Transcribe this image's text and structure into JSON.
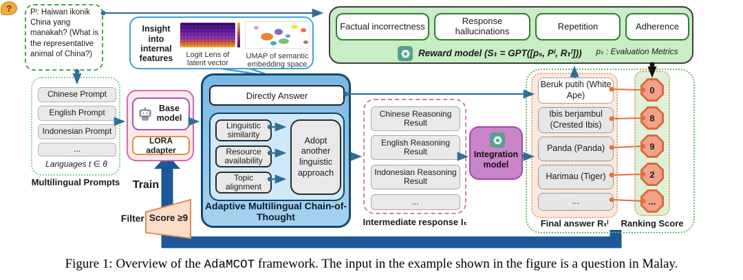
{
  "question_box": {
    "text": "Pˡ: Haiwan ikonik China yang manakah? (What is the representative animal of China?)"
  },
  "insight": {
    "title": "Insight into internal features",
    "heatmap_caption": "Logit Lens of latent vector",
    "umap_caption": "UMAP of semantic embedding space"
  },
  "prompts": {
    "items": [
      "Chinese Prompt",
      "English Prompt",
      "Indonesian Prompt",
      "..."
    ],
    "languages_note": "Languages t ∈ θ",
    "label": "Multilingual Prompts"
  },
  "model": {
    "base_label": "Base model",
    "lora_label": "LORA adapter"
  },
  "train": {
    "train_label": "Train",
    "filter_label": "Filter",
    "score_label": "Score ≥9"
  },
  "amcot": {
    "directly_answer": "Directly Answer",
    "factors": [
      "Linguistic similarity",
      "Resource availability",
      "Topic alignment"
    ],
    "adopt": "Adopt another linguistic approach",
    "label": "Adaptive Multilingual Chain-of-Thought"
  },
  "intermediate": {
    "items": [
      "Chinese Reasoning Result",
      "English Reasoning Result",
      "Indonesian Reasoning Result",
      "..."
    ],
    "label": "Intermediate response Iₜ"
  },
  "integration": {
    "label": "Integration model"
  },
  "reward": {
    "metrics": [
      "Factual incorrectness",
      "Response hallucinations",
      "Repetition",
      "Adherence"
    ],
    "label": "Reward model (Sₜ = GPT([pₛ, Pˡ, Rₜˡ]))",
    "note": "pₛ : Evaluation Metrics"
  },
  "final_answers": {
    "items": [
      "Beruk putih (White Ape)",
      "Ibis berjambul (Crested Ibis)",
      "Panda (Panda)",
      "Harimau (Tiger)",
      "..."
    ],
    "label": "Final answer Rₜˡ"
  },
  "ranking": {
    "scores": [
      "0",
      "8",
      "9",
      "2",
      "..."
    ],
    "label": "Ranking Score"
  },
  "caption": {
    "prefix": "Figure 1: Overview of the ",
    "code": "AdaMCOT",
    "suffix": " framework. The input in the example shown in the figure is a question in Malay."
  },
  "colors": {
    "arrow_teal": "#2e6f96",
    "loop_blue": "#1d5797",
    "reward_green": "#c9edc4",
    "amcot_blue": "#79b8e4",
    "integration_purple": "#ca84ca",
    "score_orange": "#f4a287"
  }
}
